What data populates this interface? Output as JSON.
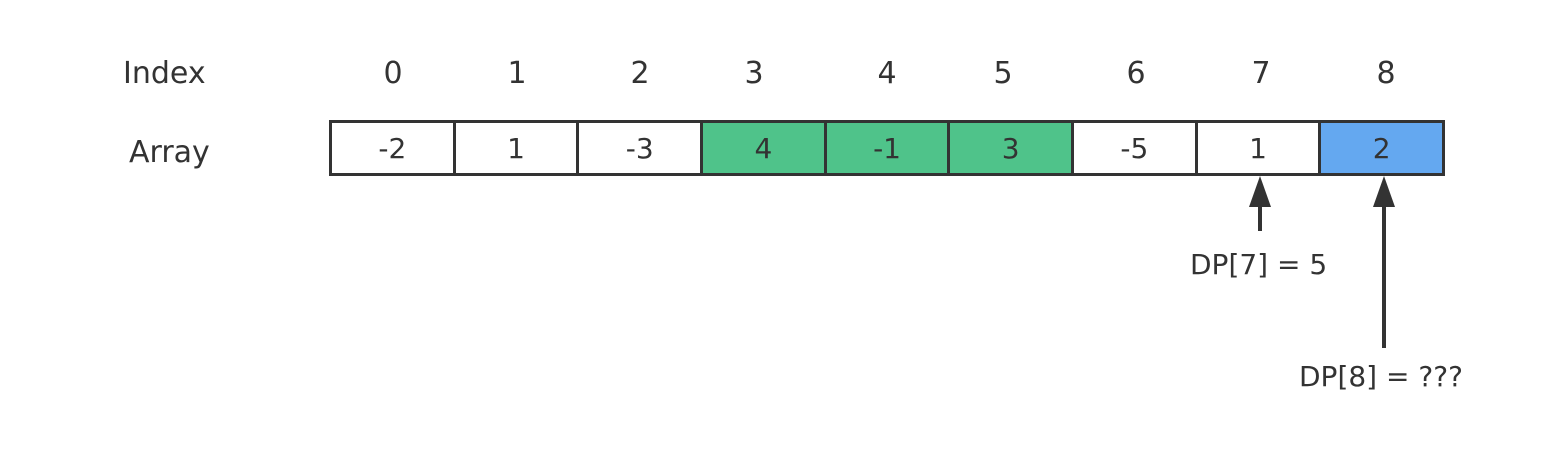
{
  "labels": {
    "index": "Index",
    "array": "Array"
  },
  "indices": [
    "0",
    "1",
    "2",
    "3",
    "4",
    "5",
    "6",
    "7",
    "8"
  ],
  "cells": [
    {
      "value": "-2",
      "highlight": "none"
    },
    {
      "value": "1",
      "highlight": "none"
    },
    {
      "value": "-3",
      "highlight": "none"
    },
    {
      "value": "4",
      "highlight": "green"
    },
    {
      "value": "-1",
      "highlight": "green"
    },
    {
      "value": "3",
      "highlight": "green"
    },
    {
      "value": "-5",
      "highlight": "none"
    },
    {
      "value": "1",
      "highlight": "none"
    },
    {
      "value": "2",
      "highlight": "blue"
    }
  ],
  "annotations": {
    "dp7": "DP[7] = 5",
    "dp8": "DP[8] = ???"
  },
  "colors": {
    "green": "#4fc38a",
    "blue": "#64a8f0",
    "stroke": "#333333"
  }
}
